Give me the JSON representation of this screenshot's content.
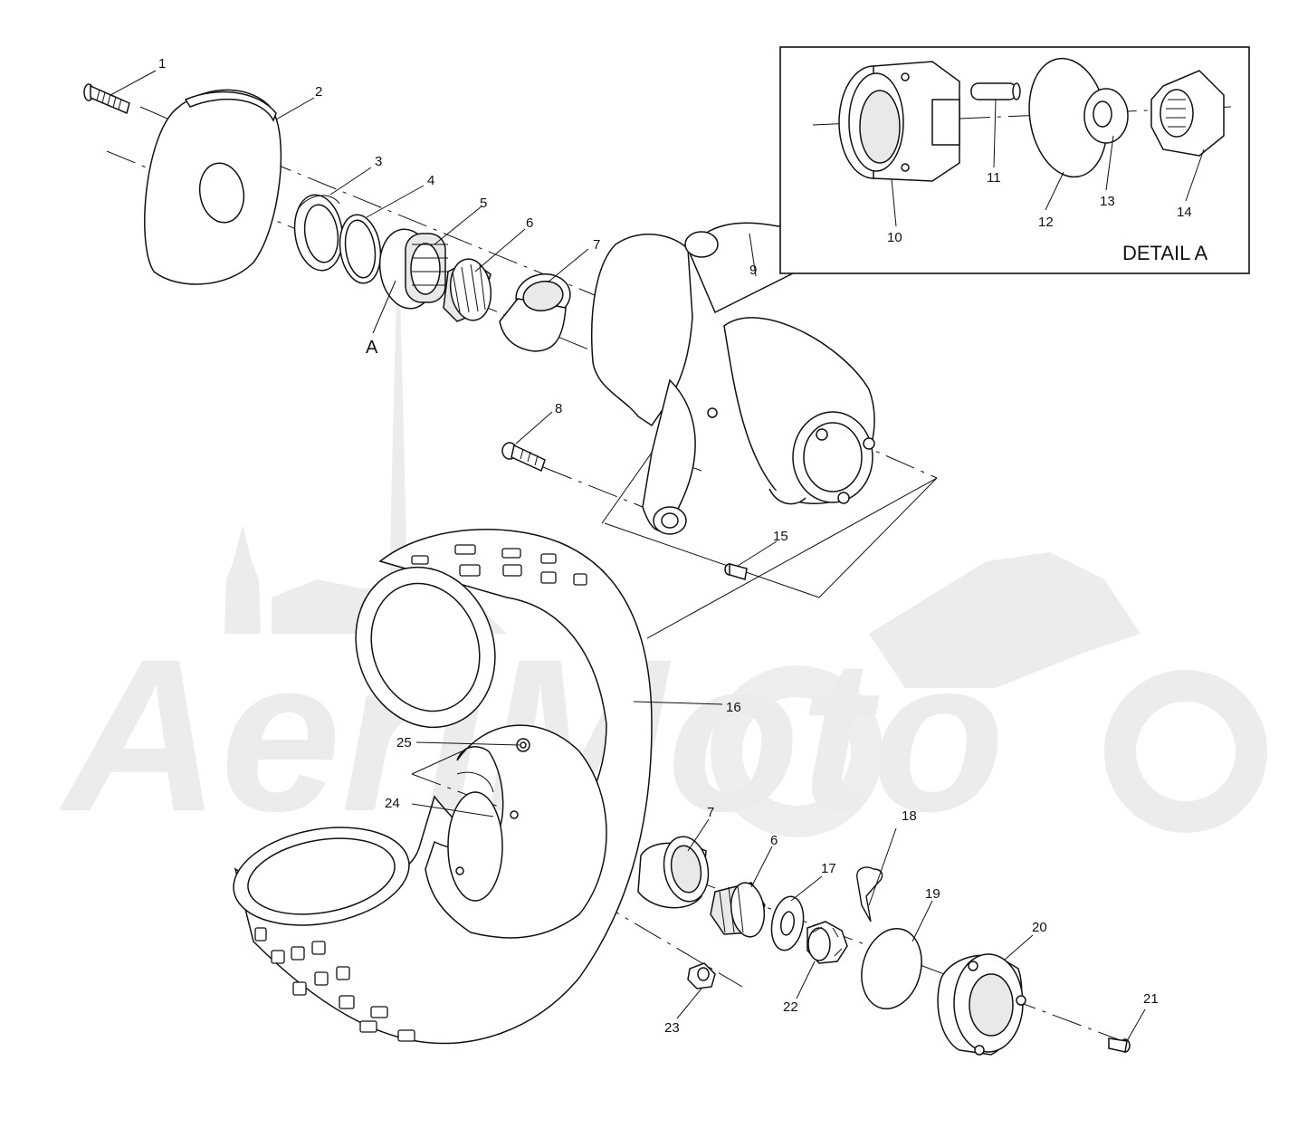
{
  "watermark": {
    "text": "AeriMoto"
  },
  "detail": {
    "title": "DETAIL A"
  },
  "callouts": {
    "c1": "1",
    "c2": "2",
    "c3": "3",
    "c4": "4",
    "c5": "5",
    "c6a": "6",
    "c7a": "7",
    "cA": "A",
    "c8": "8",
    "c9": "9",
    "c10": "10",
    "c11": "11",
    "c12": "12",
    "c13": "13",
    "c14": "14",
    "c15": "15",
    "c16": "16",
    "c25": "25",
    "c24": "24",
    "c7b": "7",
    "c6b": "6",
    "c17": "17",
    "c18": "18",
    "c19": "19",
    "c20": "20",
    "c21": "21",
    "c22": "22",
    "c23": "23"
  }
}
